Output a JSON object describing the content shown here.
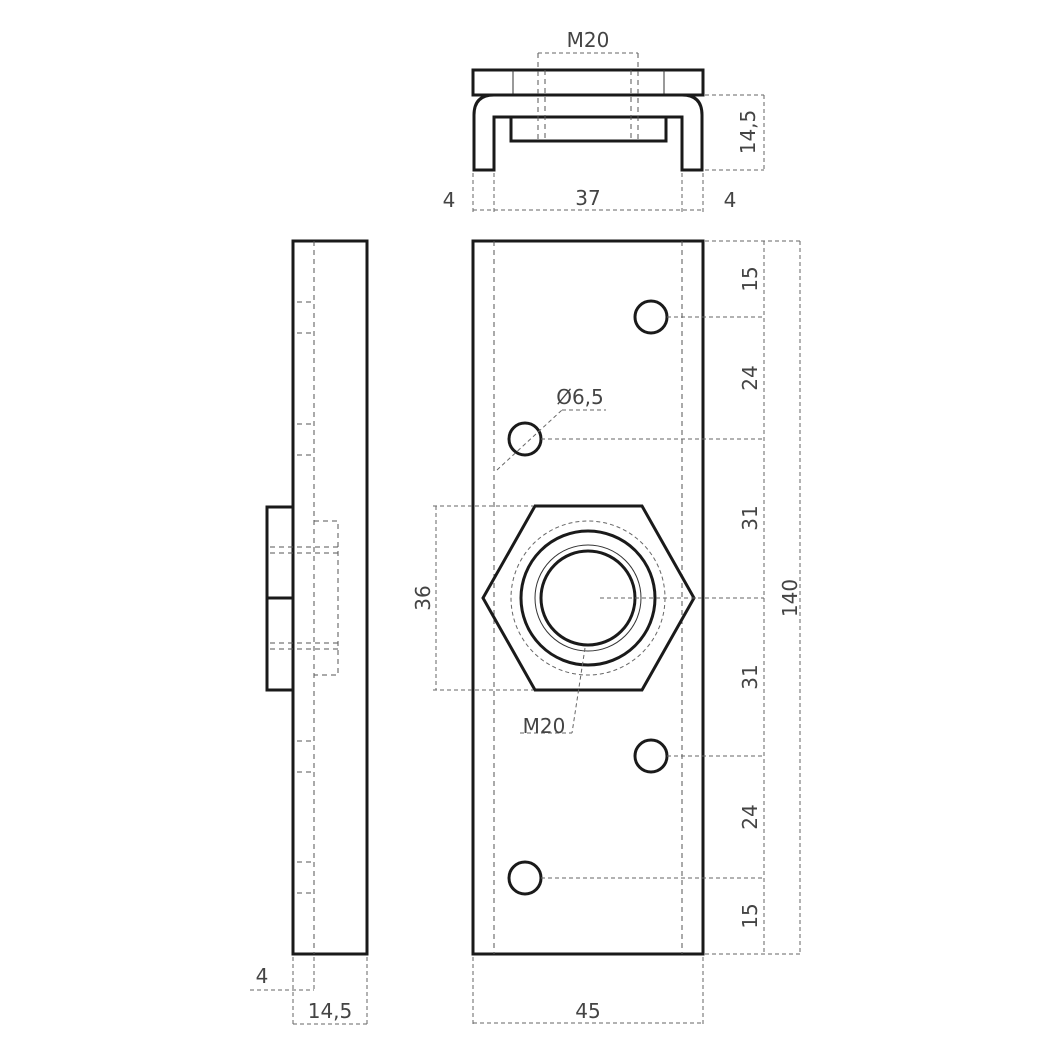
{
  "diagram": {
    "kind": "orthographic technical drawing",
    "views": [
      "top view",
      "front view",
      "side view"
    ],
    "colors": {
      "outline": "#1a1a1a",
      "dimension": "#666666",
      "text": "#444444"
    }
  },
  "top_view": {
    "thread_label": "M20",
    "height_label": "14,5",
    "left_wall_label": "4",
    "inner_width_label": "37",
    "right_wall_label": "4"
  },
  "front_view": {
    "hole_diameter_label": "Ø6,5",
    "hex_across_flats_label": "36",
    "thread_label": "M20",
    "width_label": "45",
    "total_height_label": "140",
    "vertical_pitch_labels": [
      "15",
      "24",
      "31",
      "31",
      "24",
      "15"
    ]
  },
  "side_view": {
    "wall_label": "4",
    "depth_label": "14,5"
  }
}
